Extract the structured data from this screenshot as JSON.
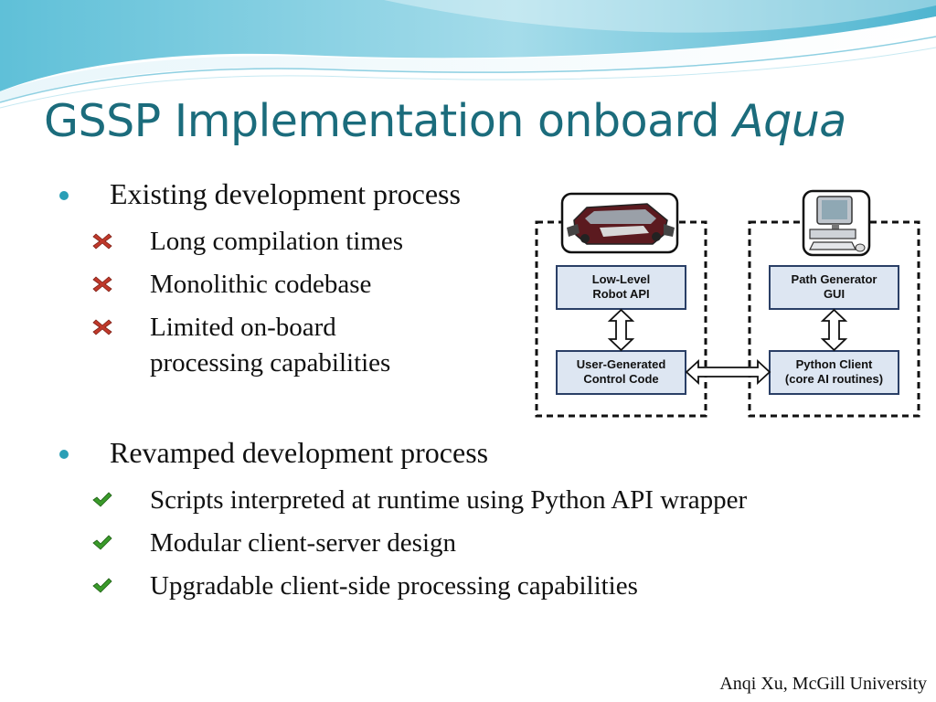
{
  "slide": {
    "title_main": "GSSP Implementation onboard ",
    "title_italic": "Aqua",
    "footer": "Anqi Xu, McGill University"
  },
  "bullets": [
    {
      "text": "Existing development process",
      "marker": "bullet-dot",
      "subitems": [
        {
          "icon": "red-x-icon",
          "text": "Long compilation times"
        },
        {
          "icon": "red-x-icon",
          "text": "Monolithic codebase"
        },
        {
          "icon": "red-x-icon",
          "lines": [
            "Limited on-board",
            "processing capabilities"
          ]
        }
      ]
    },
    {
      "text": "Revamped development process",
      "marker": "bullet-dot",
      "subitems": [
        {
          "icon": "green-check-icon",
          "text": "Scripts interpreted at runtime using Python API wrapper"
        },
        {
          "icon": "green-check-icon",
          "text": "Modular client-server design"
        },
        {
          "icon": "green-check-icon",
          "text": "Upgradable client-side processing capabilities"
        }
      ]
    }
  ],
  "diagram": {
    "robot_box": {
      "icon": "robot-icon",
      "top": [
        "Low-Level",
        "Robot API"
      ],
      "bottom": [
        "User-Generated",
        "Control Code"
      ]
    },
    "computer_box": {
      "icon": "computer-icon",
      "top": [
        "Path Generator",
        "GUI"
      ],
      "bottom": [
        "Python Client",
        "(core AI routines)"
      ]
    }
  },
  "colors": {
    "title": "#1b6c7c",
    "bullet": "#2a9fb6",
    "x_mark": "#c0392b",
    "check_mark": "#3a9a2a",
    "box_fill": "#dde6f2",
    "box_stroke": "#2a3f66"
  }
}
